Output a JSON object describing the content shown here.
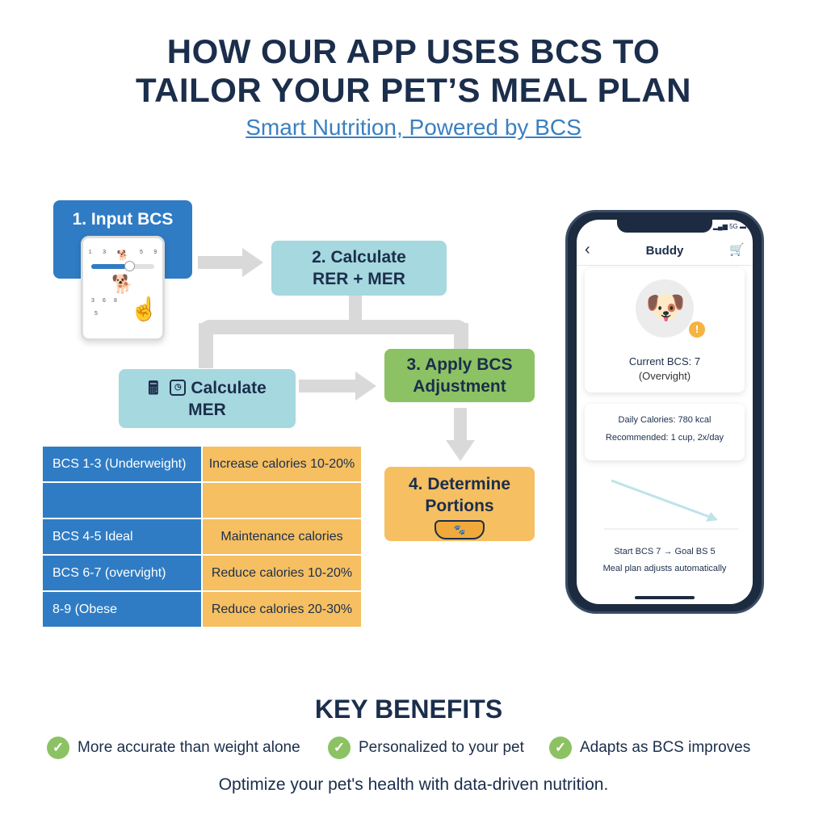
{
  "header": {
    "title_line1": "HOW OUR APP USES BCS TO",
    "title_line2": "TAILOR YOUR PET’S MEAL PLAN",
    "subtitle": "Smart Nutrition, Powered by BCS"
  },
  "steps": {
    "step1": "1. Input BCS",
    "step1_scale": [
      "1",
      "3",
      "5",
      "9"
    ],
    "step1_dial": [
      "3",
      "6",
      "8",
      "5"
    ],
    "step2_line1": "2. Calculate",
    "step2_line2": "RER + MER",
    "mer_line1": "Calculate",
    "mer_line2": "MER",
    "step3_line1": "3. Apply BCS",
    "step3_line2": "Adjustment",
    "step4_line1": "4. Determine",
    "step4_line2": "Portions"
  },
  "table": {
    "rows": [
      {
        "range": "BCS 1-3 (Underweight)",
        "action": "Increase calories 10-20%"
      },
      {
        "range": "",
        "action": ""
      },
      {
        "range": "BCS 4-5 Ideal",
        "action": "Maintenance calories"
      },
      {
        "range": "BCS 6-7 (overvight)",
        "action": "Reduce calories 10-20%"
      },
      {
        "range": "8-9 (Obese",
        "action": "Reduce calories 20-30%"
      }
    ]
  },
  "phone": {
    "status": "5G",
    "pet_name": "Buddy",
    "current_bcs": "Current BCS: 7",
    "bcs_status": "(Overvight)",
    "daily_calories": "Daily Calories: 780 kcal",
    "recommended": "Recommended: 1 cup, 2x/day",
    "progress": "Start BCS 7 → Goal BS 5",
    "note": "Meal plan adjusts automatically"
  },
  "benefits": {
    "title": "KEY BENEFITS",
    "items": [
      "More accurate than weight alone",
      "Personalized to your pet",
      "Adapts as BCS improves"
    ]
  },
  "footer": "Optimize your pet's health with data-driven nutrition.",
  "colors": {
    "navy": "#1b2e4b",
    "blue": "#2f7cc4",
    "teal": "#a6d8df",
    "green": "#8cc263",
    "orange": "#f5bf62"
  }
}
